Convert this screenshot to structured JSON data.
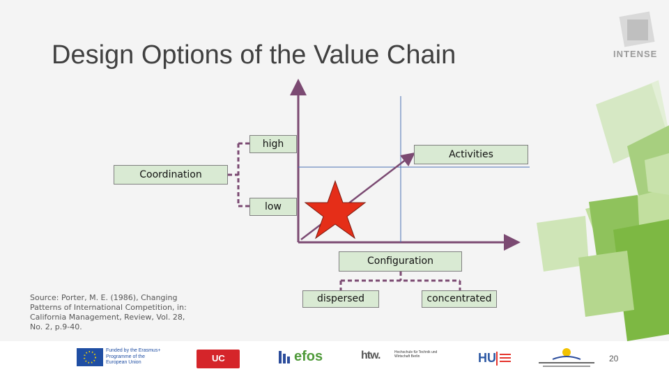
{
  "slide": {
    "title": "Design Options of the Value Chain",
    "page_number": "20",
    "source": "Source: Porter, M. E. (1986), Changing Patterns of International Competition, in: California Management, Review, Vol. 28, No. 2, p.9-40."
  },
  "brand": {
    "logo_text": "INTENSE"
  },
  "diagram": {
    "labels": {
      "high": "high",
      "low": "low",
      "coordination": "Coordination",
      "activities": "Activities",
      "configuration": "Configuration",
      "dispersed": "dispersed",
      "concentrated": "concentrated"
    },
    "colors": {
      "box_fill": "#d9ead3",
      "axis": "#7b4a72",
      "star": "#e52e18",
      "divider": "#4a6fb5"
    }
  },
  "footer": {
    "logos": {
      "erasmus": "Funded by the Erasmus+ Programme of the European Union",
      "uc": "UC",
      "efos": "efos",
      "htw": "htw.",
      "htw_sub": "Hochschule für Technik und Wirtschaft Berlin",
      "hu": "HU"
    }
  }
}
